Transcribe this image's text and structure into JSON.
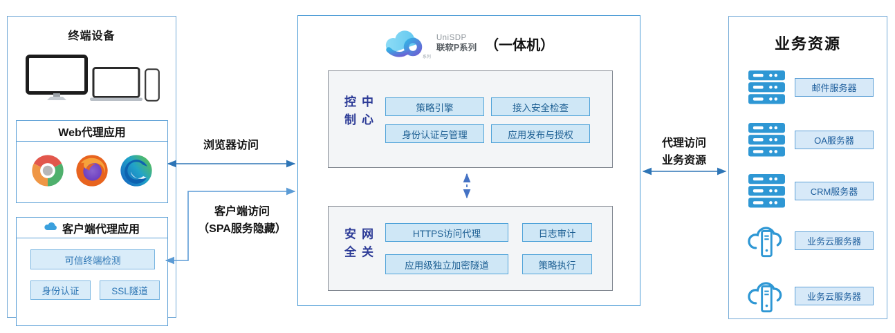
{
  "left_panel": {
    "title": "终端设备",
    "devices": [
      "monitor",
      "laptop",
      "smartphone"
    ],
    "web_proxy": {
      "title": "Web代理应用",
      "browsers": [
        "chrome",
        "firefox",
        "edge"
      ]
    },
    "client_proxy": {
      "title": "客户端代理应用",
      "items": [
        "可信终端检测",
        "身份认证",
        "SSL隧道"
      ]
    }
  },
  "center_panel": {
    "logo": {
      "brand": "UniSDP",
      "series": "联软P系列",
      "mark": "系列",
      "suffix": "（一体机）"
    },
    "control_center": {
      "title": "控制中心",
      "items": [
        "策略引擎",
        "接入安全检查",
        "身份认证与管理",
        "应用发布与授权"
      ]
    },
    "security_gateway": {
      "title": "安全网关",
      "items": [
        "HTTPS访问代理",
        "日志审计",
        "应用级独立加密隧道",
        "策略执行"
      ]
    }
  },
  "right_panel": {
    "title": "业务资源",
    "resources": [
      {
        "icon": "server-rack",
        "label": "邮件服务器"
      },
      {
        "icon": "server-rack",
        "label": "OA服务器"
      },
      {
        "icon": "server-rack",
        "label": "CRM服务器"
      },
      {
        "icon": "cloud-server",
        "label": "业务云服务器"
      },
      {
        "icon": "cloud-server",
        "label": "业务云服务器"
      }
    ]
  },
  "connections": {
    "browser_access": {
      "label": "浏览器访问",
      "style": "solid-double-arrow"
    },
    "client_access": {
      "label_line1": "客户端访问",
      "label_line2": "（SPA服务隐藏）",
      "style": "elbow-double-arrow"
    },
    "control_gateway_link": {
      "style": "dashed-double-arrow"
    },
    "proxy_access": {
      "label_line1": "代理访问",
      "label_line2": "业务资源",
      "style": "solid-double-arrow"
    }
  },
  "colors": {
    "panel_border": "#71a8d6",
    "mid_panel_border": "#4a9bd5",
    "chip_fill": "#cfe7f6",
    "chip_border": "#4fa3d9",
    "chip_text": "#1d5f93",
    "left_chip_fill": "#d9ecf9",
    "left_chip_text": "#2f77b5",
    "section_bg": "#f3f5f7",
    "section_border": "#80868f",
    "section_title": "#2b3a96",
    "resource_icon": "#2e97d4",
    "arrow": "#2e75b6",
    "elbow_arrow": "#5b9bd5",
    "dashed_arrow": "#4472c4"
  }
}
